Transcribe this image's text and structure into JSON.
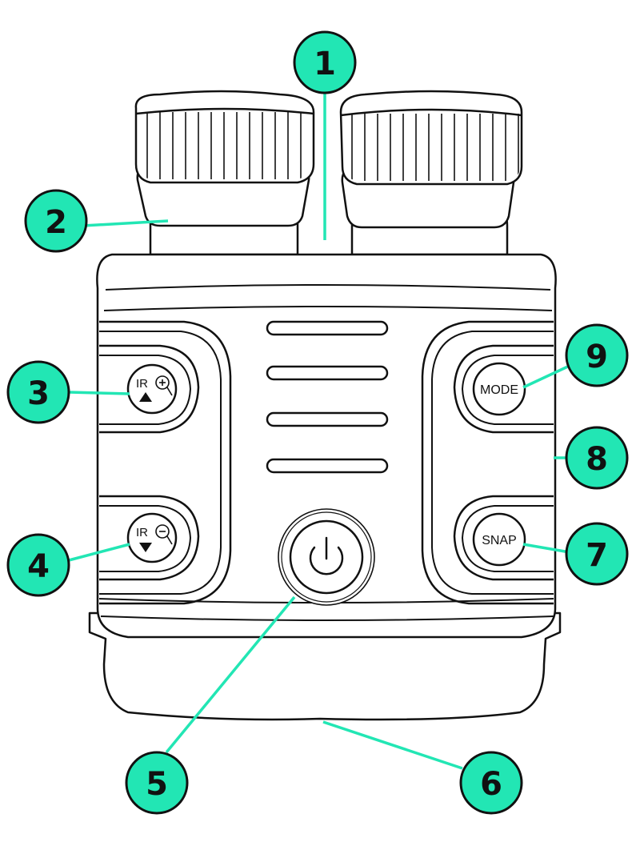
{
  "colors": {
    "accent": "#22e6b4",
    "outline": "#111111",
    "background": "#ffffff"
  },
  "buttons": {
    "ir_up": {
      "label": "IR",
      "icon": "zoom-in-icon",
      "arrow": "triangle-up-icon"
    },
    "ir_down": {
      "label": "IR",
      "icon": "zoom-out-icon",
      "arrow": "triangle-down-icon"
    },
    "mode": {
      "label": "MODE"
    },
    "snap": {
      "label": "SNAP"
    },
    "power": {
      "icon": "power-icon"
    }
  },
  "callouts": [
    {
      "id": "1",
      "label": "1"
    },
    {
      "id": "2",
      "label": "2"
    },
    {
      "id": "3",
      "label": "3"
    },
    {
      "id": "4",
      "label": "4"
    },
    {
      "id": "5",
      "label": "5"
    },
    {
      "id": "6",
      "label": "6"
    },
    {
      "id": "7",
      "label": "7"
    },
    {
      "id": "8",
      "label": "8"
    },
    {
      "id": "9",
      "label": "9"
    }
  ]
}
